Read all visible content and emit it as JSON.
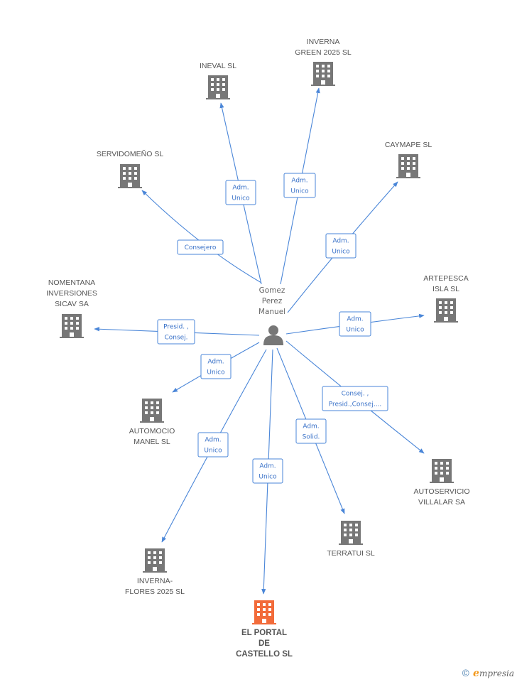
{
  "colors": {
    "edge": "#4a86d8",
    "role_text": "#3a72c8",
    "building": "#777777",
    "building_highlight": "#f26b3a",
    "person": "#777777",
    "copyright": "#4a7fb0",
    "brand_accent": "#f39a1e"
  },
  "center": {
    "icon": "person-icon",
    "label": [
      "Gomez",
      "Perez",
      "Manuel"
    ]
  },
  "companies": [
    {
      "id": "ineval",
      "label": [
        "INEVAL SL"
      ],
      "role": [
        "Adm.",
        "Unico"
      ],
      "highlight": false
    },
    {
      "id": "inverna-green",
      "label": [
        "INVERNA",
        "GREEN 2025 SL"
      ],
      "role": [
        "Adm.",
        "Unico"
      ],
      "highlight": false
    },
    {
      "id": "caymape",
      "label": [
        "CAYMAPE  SL"
      ],
      "role": [
        "Adm.",
        "Unico"
      ],
      "highlight": false
    },
    {
      "id": "servidomeno",
      "label": [
        "SERVIDOMEÑO SL"
      ],
      "role": [
        "Consejero"
      ],
      "highlight": false
    },
    {
      "id": "artepesca",
      "label": [
        "ARTEPESCA",
        "ISLA SL"
      ],
      "role": [
        "Adm.",
        "Unico"
      ],
      "highlight": false
    },
    {
      "id": "nomentana",
      "label": [
        "NOMENTANA",
        "INVERSIONES",
        "SICAV SA"
      ],
      "role": [
        "Presid. ,",
        "Consej."
      ],
      "highlight": false
    },
    {
      "id": "automocio",
      "label": [
        "AUTOMOCIO",
        "MANEL SL"
      ],
      "role": [
        "Adm.",
        "Unico"
      ],
      "highlight": false
    },
    {
      "id": "autoservicio",
      "label": [
        "AUTOSERVICIO",
        "VILLALAR SA"
      ],
      "role": [
        "Consej. ,",
        "Presid.,Consej...."
      ],
      "highlight": false
    },
    {
      "id": "terratui",
      "label": [
        "TERRATUI SL"
      ],
      "role": [
        "Adm.",
        "Solid."
      ],
      "highlight": false
    },
    {
      "id": "inverna-flores",
      "label": [
        "INVERNA-",
        "FLORES 2025 SL"
      ],
      "role": [
        "Adm.",
        "Unico"
      ],
      "highlight": false
    },
    {
      "id": "el-portal",
      "label": [
        "EL PORTAL",
        "DE",
        "CASTELLO SL"
      ],
      "role": [
        "Adm.",
        "Unico"
      ],
      "highlight": true
    }
  ],
  "footer": {
    "copyright_symbol": "©",
    "brand_initial": "e",
    "brand_rest": "mpresia"
  }
}
